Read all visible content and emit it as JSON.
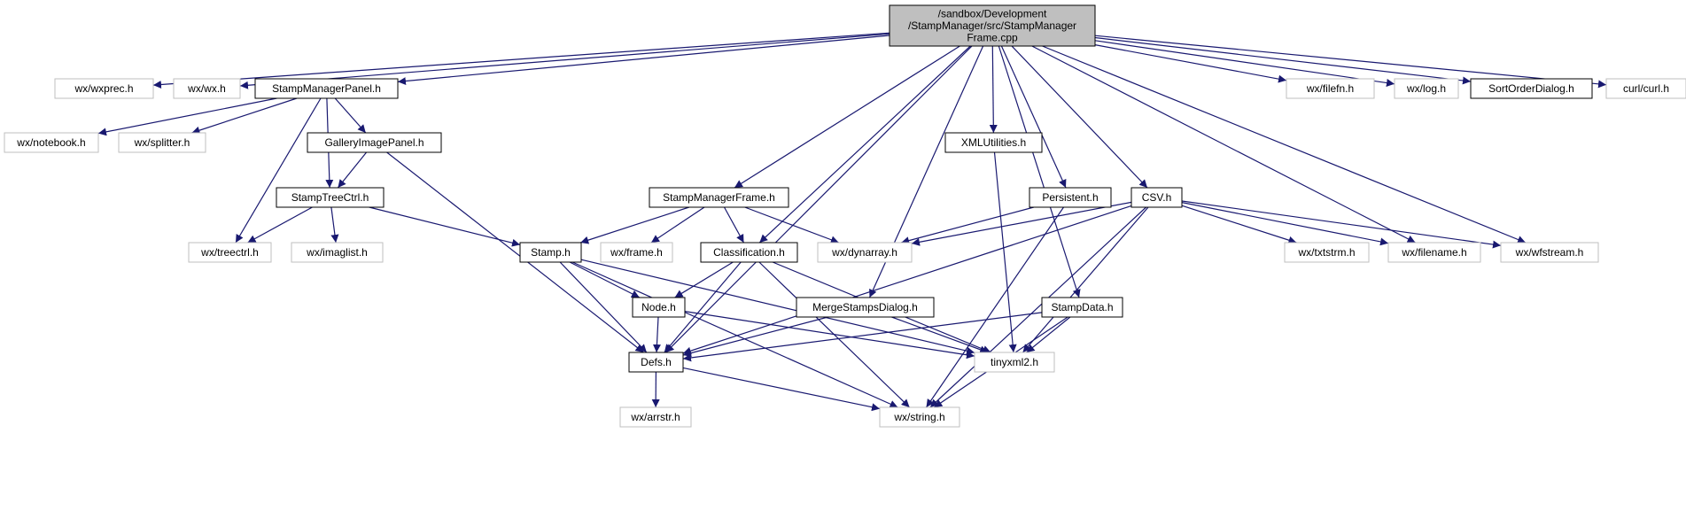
{
  "colors": {
    "edge": "#191970",
    "root_fill": "#bfbfbf",
    "node_border": "#000000",
    "external_border": "#bfbfbf",
    "text": "#000000",
    "background": "#ffffff"
  },
  "graph": {
    "root": {
      "label_lines": [
        "/sandbox/Development",
        "/StampManager/src/StampManager",
        "Frame.cpp"
      ]
    },
    "nodes": [
      {
        "id": "wxprec",
        "label": "wx/wxprec.h",
        "kind": "external"
      },
      {
        "id": "wx",
        "label": "wx/wx.h",
        "kind": "external"
      },
      {
        "id": "smpanel",
        "label": "StampManagerPanel.h",
        "kind": "internal"
      },
      {
        "id": "filefn",
        "label": "wx/filefn.h",
        "kind": "external"
      },
      {
        "id": "log",
        "label": "wx/log.h",
        "kind": "external"
      },
      {
        "id": "sortorder",
        "label": "SortOrderDialog.h",
        "kind": "internal"
      },
      {
        "id": "curl",
        "label": "curl/curl.h",
        "kind": "external"
      },
      {
        "id": "notebook",
        "label": "wx/notebook.h",
        "kind": "external"
      },
      {
        "id": "splitter",
        "label": "wx/splitter.h",
        "kind": "external"
      },
      {
        "id": "gallery",
        "label": "GalleryImagePanel.h",
        "kind": "internal"
      },
      {
        "id": "xmlutil",
        "label": "XMLUtilities.h",
        "kind": "internal"
      },
      {
        "id": "treectrlh",
        "label": "StampTreeCtrl.h",
        "kind": "internal"
      },
      {
        "id": "smframe",
        "label": "StampManagerFrame.h",
        "kind": "internal"
      },
      {
        "id": "persistent",
        "label": "Persistent.h",
        "kind": "internal"
      },
      {
        "id": "csv",
        "label": "CSV.h",
        "kind": "internal"
      },
      {
        "id": "wxtreectrl",
        "label": "wx/treectrl.h",
        "kind": "external"
      },
      {
        "id": "imaglist",
        "label": "wx/imaglist.h",
        "kind": "external"
      },
      {
        "id": "stamp",
        "label": "Stamp.h",
        "kind": "internal"
      },
      {
        "id": "frame",
        "label": "wx/frame.h",
        "kind": "external"
      },
      {
        "id": "classification",
        "label": "Classification.h",
        "kind": "internal"
      },
      {
        "id": "dynarray",
        "label": "wx/dynarray.h",
        "kind": "external"
      },
      {
        "id": "txtstrm",
        "label": "wx/txtstrm.h",
        "kind": "external"
      },
      {
        "id": "filename",
        "label": "wx/filename.h",
        "kind": "external"
      },
      {
        "id": "wfstream",
        "label": "wx/wfstream.h",
        "kind": "external"
      },
      {
        "id": "mergedlg",
        "label": "MergeStampsDialog.h",
        "kind": "internal"
      },
      {
        "id": "stampdata",
        "label": "StampData.h",
        "kind": "internal"
      },
      {
        "id": "node",
        "label": "Node.h",
        "kind": "internal"
      },
      {
        "id": "defs",
        "label": "Defs.h",
        "kind": "internal"
      },
      {
        "id": "tinyxml2",
        "label": "tinyxml2.h",
        "kind": "external"
      },
      {
        "id": "arrstr",
        "label": "wx/arrstr.h",
        "kind": "external"
      },
      {
        "id": "wxstring",
        "label": "wx/string.h",
        "kind": "external"
      }
    ],
    "edges": [
      [
        "root",
        "wxprec"
      ],
      [
        "root",
        "wx"
      ],
      [
        "root",
        "smpanel"
      ],
      [
        "root",
        "defs"
      ],
      [
        "root",
        "smframe"
      ],
      [
        "root",
        "classification"
      ],
      [
        "root",
        "mergedlg"
      ],
      [
        "root",
        "stampdata"
      ],
      [
        "root",
        "xmlutil"
      ],
      [
        "root",
        "persistent"
      ],
      [
        "root",
        "csv"
      ],
      [
        "root",
        "filename"
      ],
      [
        "root",
        "wfstream"
      ],
      [
        "root",
        "filefn"
      ],
      [
        "root",
        "log"
      ],
      [
        "root",
        "sortorder"
      ],
      [
        "root",
        "curl"
      ],
      [
        "smpanel",
        "notebook"
      ],
      [
        "smpanel",
        "splitter"
      ],
      [
        "smpanel",
        "gallery"
      ],
      [
        "smpanel",
        "treectrlh"
      ],
      [
        "smpanel",
        "wxtreectrl"
      ],
      [
        "gallery",
        "treectrlh"
      ],
      [
        "gallery",
        "defs"
      ],
      [
        "treectrlh",
        "wxtreectrl"
      ],
      [
        "treectrlh",
        "imaglist"
      ],
      [
        "treectrlh",
        "stamp"
      ],
      [
        "smframe",
        "stamp"
      ],
      [
        "smframe",
        "frame"
      ],
      [
        "smframe",
        "classification"
      ],
      [
        "smframe",
        "dynarray"
      ],
      [
        "stamp",
        "node"
      ],
      [
        "stamp",
        "defs"
      ],
      [
        "stamp",
        "tinyxml2"
      ],
      [
        "stamp",
        "wxstring"
      ],
      [
        "classification",
        "node"
      ],
      [
        "classification",
        "defs"
      ],
      [
        "classification",
        "tinyxml2"
      ],
      [
        "classification",
        "wxstring"
      ],
      [
        "node",
        "defs"
      ],
      [
        "node",
        "tinyxml2"
      ],
      [
        "mergedlg",
        "defs"
      ],
      [
        "mergedlg",
        "tinyxml2"
      ],
      [
        "stampdata",
        "defs"
      ],
      [
        "stampdata",
        "tinyxml2"
      ],
      [
        "stampdata",
        "wxstring"
      ],
      [
        "xmlutil",
        "tinyxml2"
      ],
      [
        "persistent",
        "dynarray"
      ],
      [
        "persistent",
        "wxstring"
      ],
      [
        "csv",
        "dynarray"
      ],
      [
        "csv",
        "txtstrm"
      ],
      [
        "csv",
        "filename"
      ],
      [
        "csv",
        "wfstream"
      ],
      [
        "csv",
        "defs"
      ],
      [
        "csv",
        "tinyxml2"
      ],
      [
        "csv",
        "wxstring"
      ],
      [
        "defs",
        "arrstr"
      ],
      [
        "defs",
        "wxstring"
      ]
    ]
  }
}
